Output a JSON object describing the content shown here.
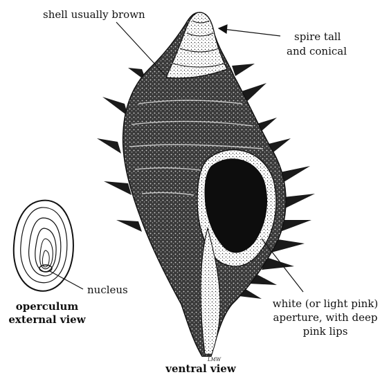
{
  "labels": {
    "shell_color": "shell usually brown",
    "spire_line1": "spire tall",
    "spire_line2": "and conical",
    "nucleus": "nucleus",
    "operculum_line1": "operculum",
    "operculum_line2": "external view",
    "aperture_line1": "white (or light pink)",
    "aperture_line2": "aperture, with deep",
    "aperture_line3": "pink lips",
    "ventral_view": "ventral view"
  },
  "signature": "LMW",
  "colors": {
    "ink": "#111111",
    "paper": "#ffffff",
    "shell_fill": "#2a2a2a",
    "aperture_fill": "#0d0d0d"
  }
}
